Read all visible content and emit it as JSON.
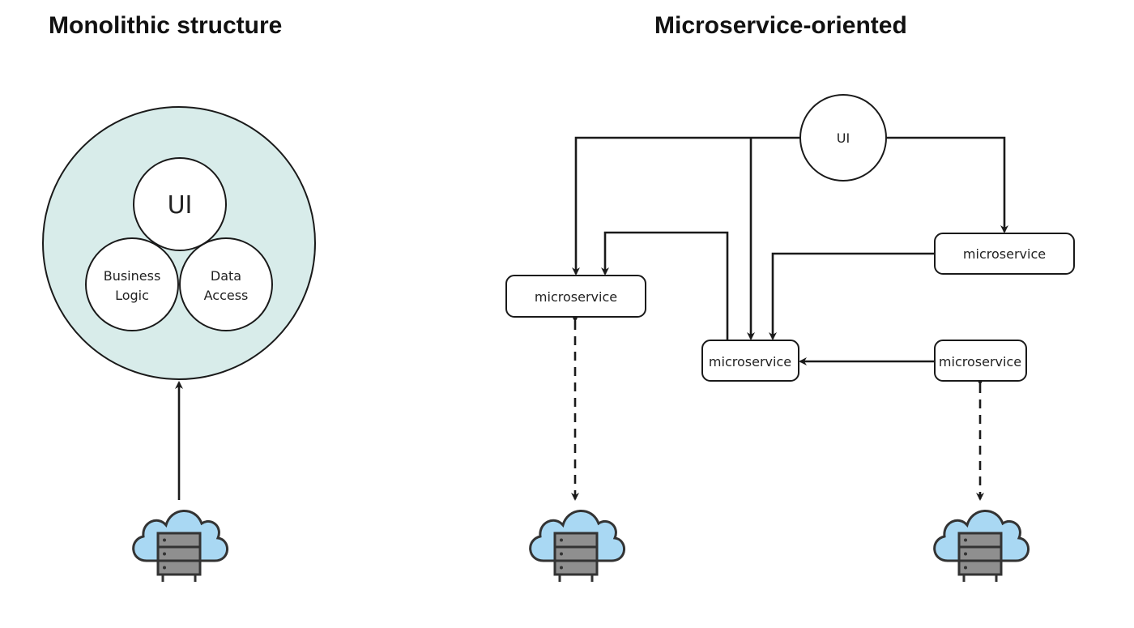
{
  "colors": {
    "monolith_fill": "#d8ecea",
    "cloud_fill": "#a9d8f3",
    "cloud_outline": "#333333",
    "server_fill": "#8f8f8f",
    "server_outline": "#333333",
    "line": "#1a1a1a"
  },
  "monolithic": {
    "title": "Monolithic structure",
    "components": [
      {
        "id": "ui",
        "label_lines": [
          "UI"
        ]
      },
      {
        "id": "business-logic",
        "label_lines": [
          "Business",
          "Logic"
        ]
      },
      {
        "id": "data-access",
        "label_lines": [
          "Data",
          "Access"
        ]
      }
    ],
    "connection": {
      "from": "database-server",
      "to": "monolith",
      "style": "solid",
      "arrow": "to"
    }
  },
  "microservice": {
    "title": "Microservice-oriented",
    "ui_label": "UI",
    "services": [
      {
        "id": "ms-left",
        "label": "microservice"
      },
      {
        "id": "ms-right-top",
        "label": "microservice"
      },
      {
        "id": "ms-center",
        "label": "microservice"
      },
      {
        "id": "ms-right-bottom",
        "label": "microservice"
      }
    ],
    "connections": [
      {
        "from": "ui",
        "to": "ms-left",
        "style": "solid"
      },
      {
        "from": "ui",
        "to": "ms-center",
        "style": "solid"
      },
      {
        "from": "ui",
        "to": "ms-right-top",
        "style": "solid"
      },
      {
        "from": "ms-center",
        "to": "ms-left",
        "style": "solid"
      },
      {
        "from": "ms-right-top",
        "to": "ms-center",
        "style": "solid"
      },
      {
        "from": "ms-right-bottom",
        "to": "ms-center",
        "style": "solid"
      },
      {
        "from": "ms-left",
        "to": "database-left",
        "style": "dashed",
        "arrow": "both"
      },
      {
        "from": "ms-right-bottom",
        "to": "database-right",
        "style": "dashed",
        "arrow": "both"
      }
    ]
  }
}
